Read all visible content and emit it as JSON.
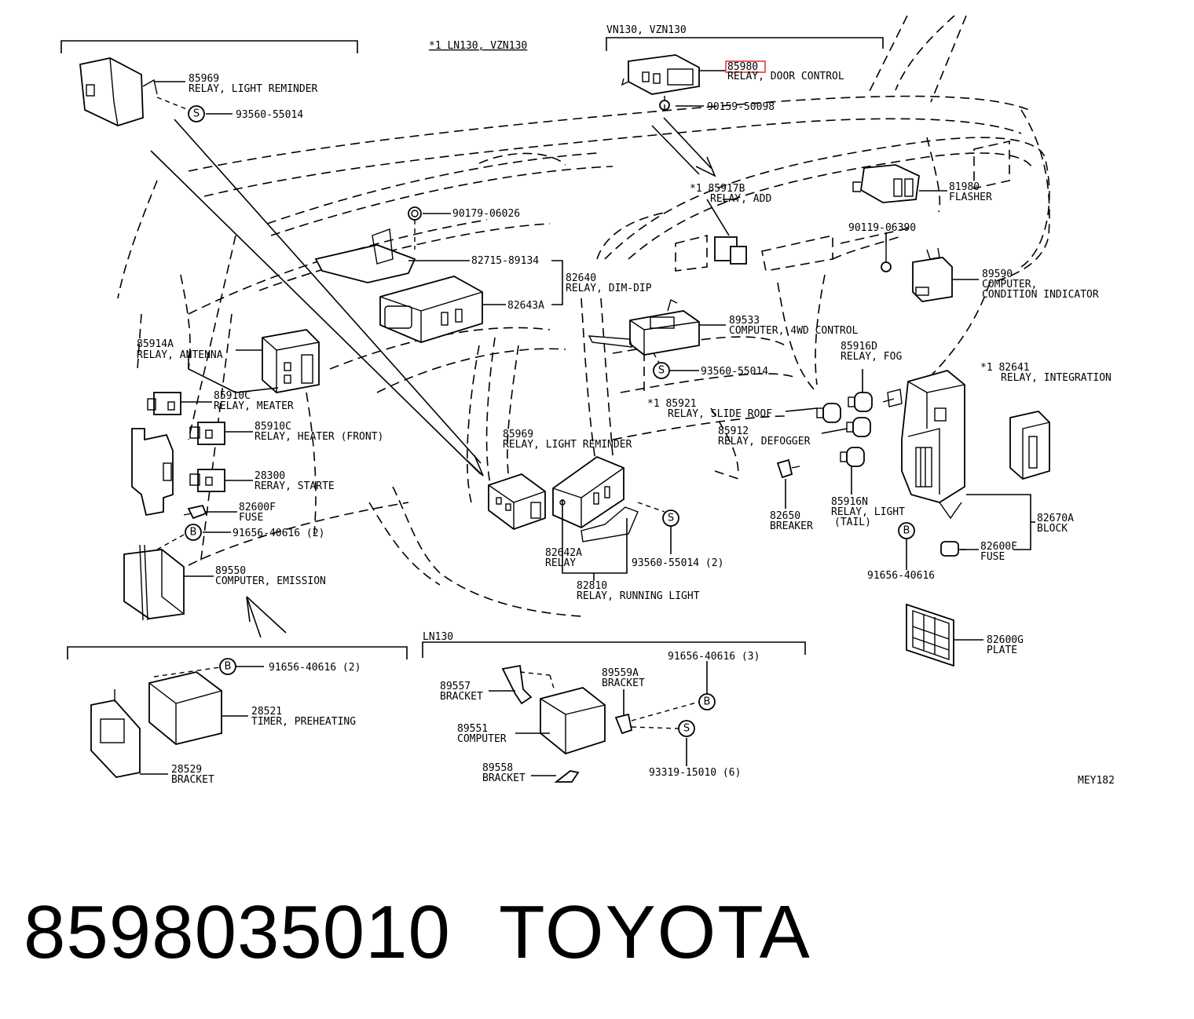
{
  "groups": {
    "vn130": "VN130, VZN130",
    "ln130_vzn130": "*1 LN130, VZN130",
    "ln130": "LN130"
  },
  "callouts": [
    {
      "num": "85969",
      "desc": "RELAY, LIGHT REMINDER"
    },
    {
      "num": "93560-55014"
    },
    {
      "num": "85980",
      "desc": "RELAY, DOOR CONTROL",
      "highlight": "#e53935"
    },
    {
      "num": "90159-50098"
    },
    {
      "num": "*1 85917B",
      "desc": "RELAY, ADD"
    },
    {
      "num": "81980",
      "desc": "FLASHER"
    },
    {
      "num": "90119-06390"
    },
    {
      "num": "90179-06026"
    },
    {
      "num": "82715-89134"
    },
    {
      "num": "82640",
      "desc": "RELAY, DIM-DIP"
    },
    {
      "num": "82643A"
    },
    {
      "num": "89590",
      "desc": "COMPUTER,",
      "desc2": "CONDITION INDICATOR"
    },
    {
      "num": "89533",
      "desc": "COMPUTER, 4WD CONTROL"
    },
    {
      "num": "85914A",
      "desc": "RELAY, ANTENNA"
    },
    {
      "num": "85916D",
      "desc": "RELAY, FOG"
    },
    {
      "num": "93560-55014"
    },
    {
      "num": "*1 82641",
      "desc": "RELAY, INTEGRATION"
    },
    {
      "num": "85910C",
      "desc": "RELAY, MEATER"
    },
    {
      "num": "*1 85921",
      "desc": "RELAY, SLIDE ROOF"
    },
    {
      "num": "85910C",
      "desc": "RELAY, HEATER (FRONT)"
    },
    {
      "num": "85912",
      "desc": "RELAY, DEFOGGER"
    },
    {
      "num": "85969",
      "desc": "RELAY, LIGHT REMINDER"
    },
    {
      "num": "28300",
      "desc": "RERAY, STARTE"
    },
    {
      "num": "82600F",
      "desc": "FUSE"
    },
    {
      "num": "82650",
      "desc": "BREAKER"
    },
    {
      "num": "85916N",
      "desc": "RELAY, LIGHT",
      "desc2": "(TAIL)"
    },
    {
      "num": "82670A",
      "desc": "BLOCK"
    },
    {
      "num": "91656-40616 (2)"
    },
    {
      "num": "82600F",
      "desc": "FUSE"
    },
    {
      "num": "89550",
      "desc": "COMPUTER, EMISSION"
    },
    {
      "num": "82642A",
      "desc": "RELAY"
    },
    {
      "num": "93560-55014 (2)"
    },
    {
      "num": "91656-40616"
    },
    {
      "num": "82810",
      "desc": "RELAY, RUNNING LIGHT"
    },
    {
      "num": "82600G",
      "desc": "PLATE"
    },
    {
      "num": "91656-40616 (2)"
    },
    {
      "num": "28521",
      "desc": "TIMER, PREHEATING"
    },
    {
      "num": "28529",
      "desc": "BRACKET"
    },
    {
      "num": "91656-40616 (3)"
    },
    {
      "num": "89557",
      "desc": "BRACKET"
    },
    {
      "num": "89559A",
      "desc": "BRACKET"
    },
    {
      "num": "89551",
      "desc": "COMPUTER"
    },
    {
      "num": "89558",
      "desc": "BRACKET"
    },
    {
      "num": "93319-15010 (6)"
    }
  ],
  "symbols": {
    "s": "S",
    "b": "B"
  },
  "diagram_code": "MEY182",
  "part_number": "8598035010",
  "brand": "TOYOTA"
}
